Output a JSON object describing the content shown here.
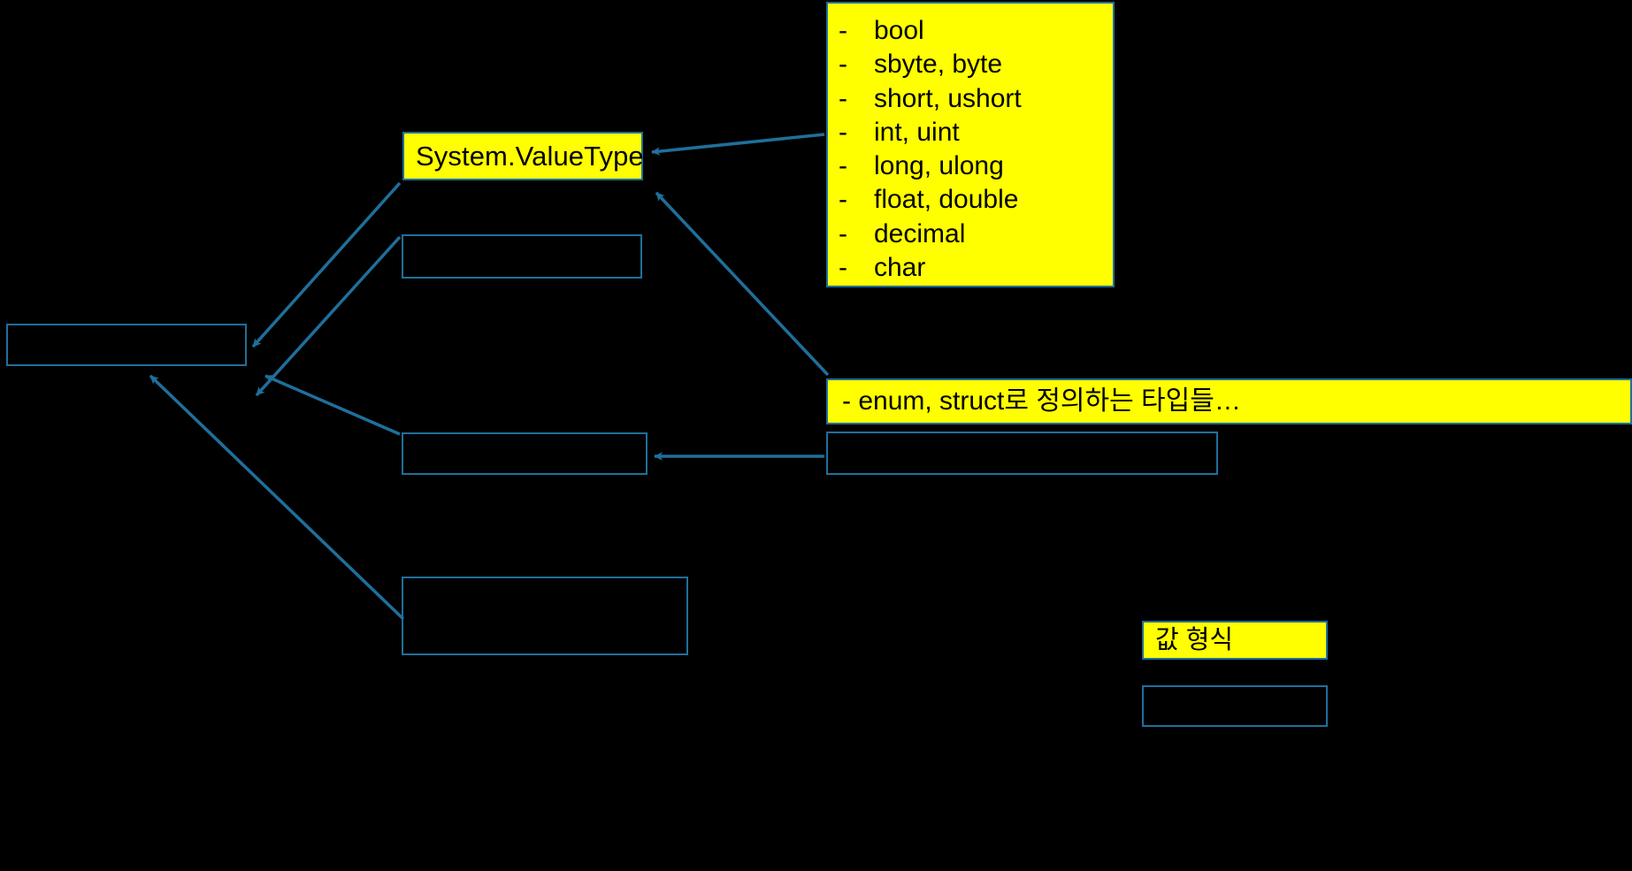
{
  "diagram": {
    "title": "System.ValueType hierarchy",
    "accent_border_color": "#1F6F9B",
    "highlight_color": "#FFFF00",
    "background_color": "#000000",
    "text_color": "#000000"
  },
  "nodes": {
    "value_type": {
      "label": "System.ValueType"
    },
    "primitive_list": {
      "bullet": "-",
      "items": [
        "bool",
        "sbyte, byte",
        "short, ushort",
        "int, uint",
        "long, ulong",
        "float, double",
        "decimal",
        "char"
      ]
    },
    "enum_struct": {
      "label": "- enum, struct로 정의하는 타입들…"
    },
    "empty_left": {
      "label": ""
    },
    "empty_mid_top": {
      "label": ""
    },
    "empty_mid_bottom": {
      "label": ""
    },
    "empty_right_mid": {
      "label": ""
    },
    "empty_low": {
      "label": ""
    }
  },
  "legend": {
    "value_form_label": "값 형식",
    "empty_swatch_label": ""
  },
  "connectors": [
    {
      "name": "value-type-to-left",
      "from": "value_type",
      "to": "empty_left",
      "arrow_at": "to"
    },
    {
      "name": "mid-top-to-left",
      "from": "empty_mid_top",
      "to": "empty_left",
      "arrow_at": "to"
    },
    {
      "name": "primitive-list-to-value-type",
      "from": "primitive_list",
      "to": "value_type",
      "arrow_at": "to"
    },
    {
      "name": "enum-struct-to-value-type",
      "from": "enum_struct",
      "to": "value_type",
      "arrow_at": "to"
    },
    {
      "name": "mid-bottom-to-left",
      "from": "empty_mid_bottom",
      "to": "empty_left",
      "arrow_at": "to"
    },
    {
      "name": "right-mid-to-mid-bottom",
      "from": "empty_right_mid",
      "to": "empty_mid_bottom",
      "arrow_at": "to"
    },
    {
      "name": "low-to-left",
      "from": "empty_low",
      "to": "empty_left",
      "arrow_at": "to"
    }
  ]
}
